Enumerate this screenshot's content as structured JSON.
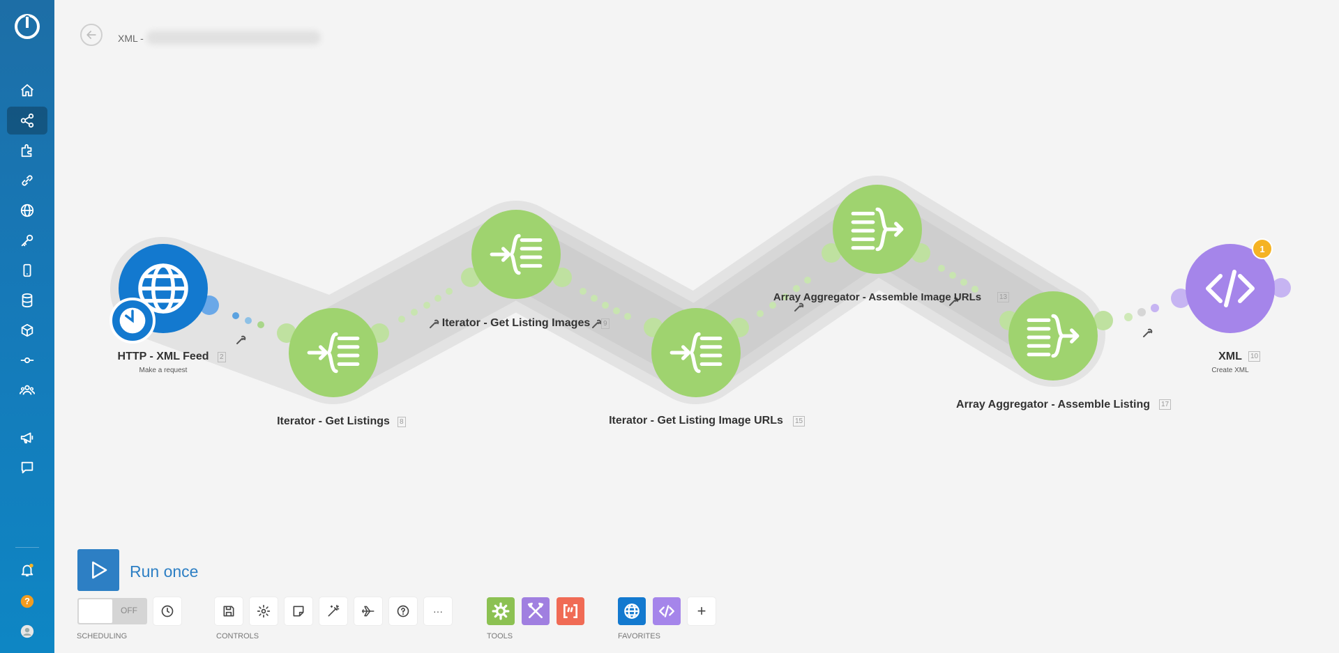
{
  "sidebar": {
    "items": [
      {
        "name": "home-icon"
      },
      {
        "name": "share-icon",
        "active": true
      },
      {
        "name": "puzzle-icon"
      },
      {
        "name": "link-icon"
      },
      {
        "name": "globe-icon"
      },
      {
        "name": "key-icon"
      },
      {
        "name": "mobile-icon"
      },
      {
        "name": "database-icon"
      },
      {
        "name": "cube-icon"
      },
      {
        "name": "flow-icon"
      },
      {
        "name": "team-icon"
      },
      {
        "name": "megaphone-icon"
      },
      {
        "name": "chat-icon"
      }
    ],
    "bottom": [
      {
        "name": "bell-icon"
      },
      {
        "name": "help-icon",
        "label": "?"
      },
      {
        "name": "user-avatar-icon"
      }
    ]
  },
  "header": {
    "title": "XML -"
  },
  "modules": {
    "http": {
      "title": "HTTP - XML Feed",
      "subtitle": "Make a request",
      "id": "2"
    },
    "iter1": {
      "title": "Iterator - Get Listings",
      "id": "8"
    },
    "iter2": {
      "title": "Iterator - Get Listing Images",
      "id": "9"
    },
    "iter3": {
      "title": "Iterator - Get Listing Image URLs",
      "id": "15"
    },
    "agg1": {
      "title": "Array Aggregator - Assemble Image URLs",
      "id": "13"
    },
    "agg2": {
      "title": "Array Aggregator - Assemble Listing",
      "id": "17"
    },
    "xml": {
      "title": "XML",
      "subtitle": "Create XML",
      "id": "10",
      "badge": "1"
    }
  },
  "toolbar": {
    "run_label": "Run once",
    "scheduling_toggle": "OFF",
    "scheduling_label": "SCHEDULING",
    "controls_label": "CONTROLS",
    "tools_label": "TOOLS",
    "favorites_label": "FAVORITES",
    "plus": "+",
    "more": "···"
  },
  "colors": {
    "sidebar": "#1679b8",
    "green_module": "#9fd36f",
    "purple_module": "#a585ea",
    "blue_module": "#1379cf",
    "run_button": "#2d7fc4",
    "badge": "#f5b323",
    "tools_red": "#f06b55"
  }
}
